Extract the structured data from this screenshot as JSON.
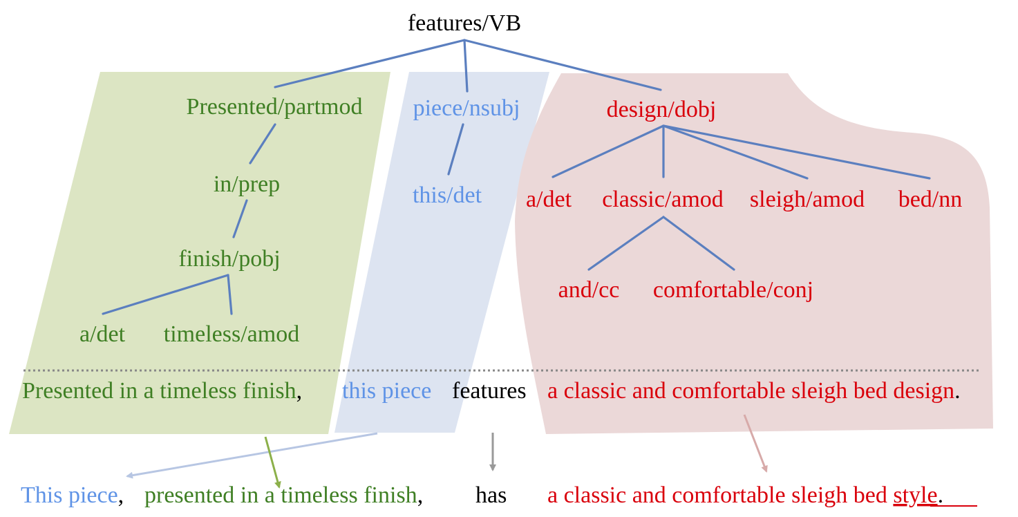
{
  "colors": {
    "root_text": "#000000",
    "green_text": "#3f7f24",
    "blue_text": "#5f93e6",
    "red_text": "#d9000b",
    "edge": "#5b7fbf",
    "green_region": "#dce5c3",
    "blue_region": "#dde4f1",
    "red_region": "#ebd8d8",
    "divider": "#888888",
    "arrow_green": "#8cb04a",
    "arrow_blue": "#b7c6e3",
    "arrow_gray": "#999999",
    "arrow_red": "#d7aaa9"
  },
  "tree": {
    "root": "features/VB",
    "green": {
      "head": "Presented/partmod",
      "prep": "in/prep",
      "pobj": "finish/pobj",
      "det": "a/det",
      "amod": "timeless/amod"
    },
    "blue": {
      "head": "piece/nsubj",
      "det": "this/det"
    },
    "red": {
      "head": "design/dobj",
      "det": "a/det",
      "amod1": "classic/amod",
      "amod2": "sleigh/amod",
      "nn": "bed/nn",
      "cc": "and/cc",
      "conj": "comfortable/conj"
    }
  },
  "source_sentence": {
    "green": "Presented in a timeless finish",
    "comma": ",",
    "blue": "this piece",
    "verb": "features",
    "red": "a classic and comfortable sleigh bed design",
    "period": "."
  },
  "paraphrase": {
    "blue": "This piece",
    "comma1": ",",
    "green": "presented in a timeless finish",
    "comma2": ",",
    "verb": "has",
    "red": "a classic and comfortable sleigh bed",
    "replaced": "style",
    "period": "."
  }
}
